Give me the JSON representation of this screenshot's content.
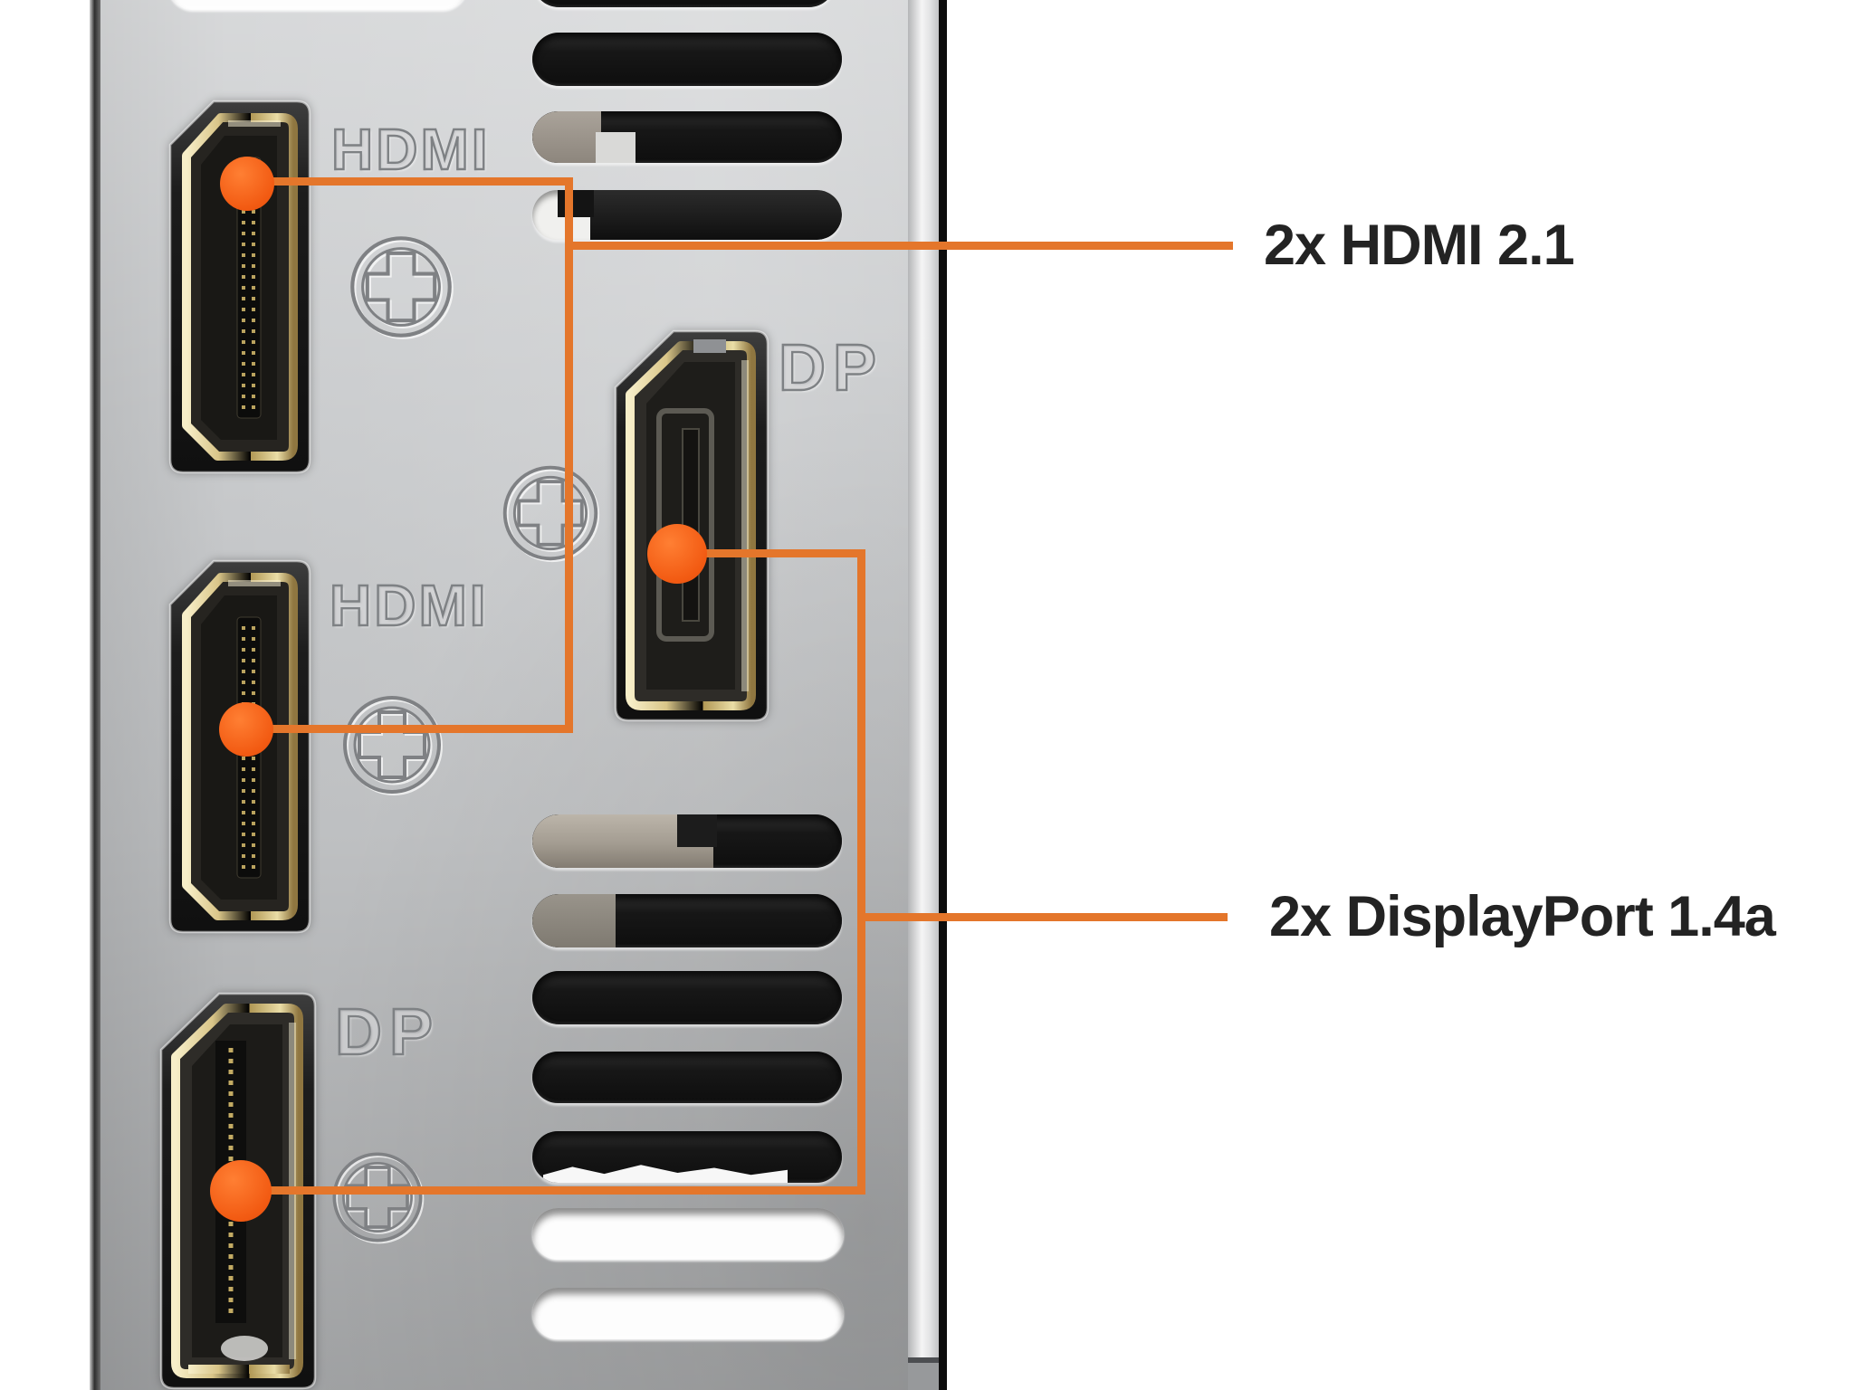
{
  "meta": {
    "background_color": "#ffffff",
    "accent_line_color": "#e4762b",
    "accent_dot_color": "#f25a12",
    "label_text_color": "#232323",
    "panel_metal_color": "#c6c8ca"
  },
  "bracket": {
    "description": "graphics-card rear IO bracket",
    "ports": [
      {
        "id": "hdmi-1",
        "type": "HDMI",
        "engraved_label": "HDMI"
      },
      {
        "id": "hdmi-2",
        "type": "HDMI",
        "engraved_label": "HDMI"
      },
      {
        "id": "dp-1",
        "type": "DisplayPort",
        "engraved_label": "DP"
      },
      {
        "id": "dp-2",
        "type": "DisplayPort",
        "engraved_label": "DP"
      }
    ],
    "screw_count": 4,
    "vent_slots": {
      "dark_count": 9,
      "light_count": 3
    }
  },
  "callouts": [
    {
      "id": "hdmi",
      "label": "2x HDMI 2.1",
      "ports": [
        "hdmi-1",
        "hdmi-2"
      ]
    },
    {
      "id": "displayport",
      "label": "2x DisplayPort 1.4a",
      "ports": [
        "dp-1",
        "dp-2"
      ]
    }
  ]
}
